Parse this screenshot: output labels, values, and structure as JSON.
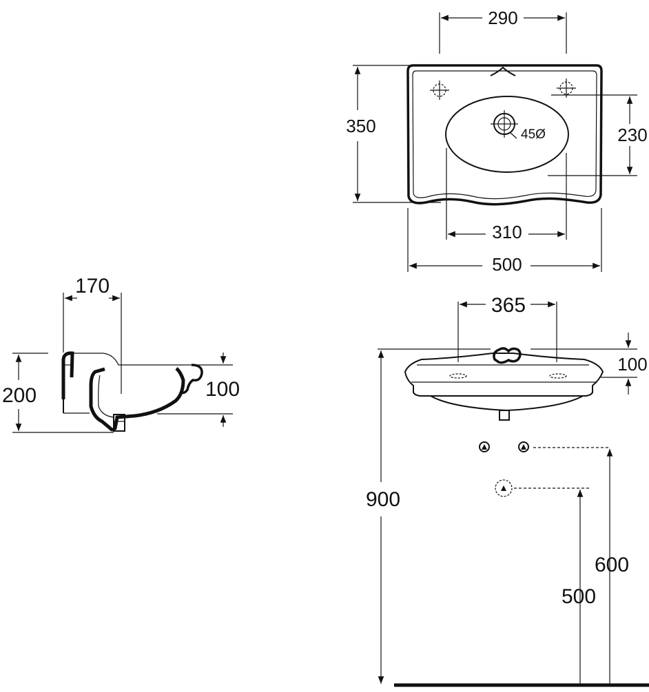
{
  "dimensions": {
    "top_view": {
      "tap_hole_spacing": "290",
      "depth": "350",
      "bowl_depth": "230",
      "waste_hole": "45Ø",
      "bowl_width": "310",
      "overall_width": "500"
    },
    "side_view": {
      "wall_projection": "170",
      "height": "200",
      "bowl_height": "100"
    },
    "front_view": {
      "fixing_spacing": "365",
      "rim_height": "100",
      "installation_height": "900",
      "water_supply_height": "600",
      "waste_height": "500"
    }
  }
}
